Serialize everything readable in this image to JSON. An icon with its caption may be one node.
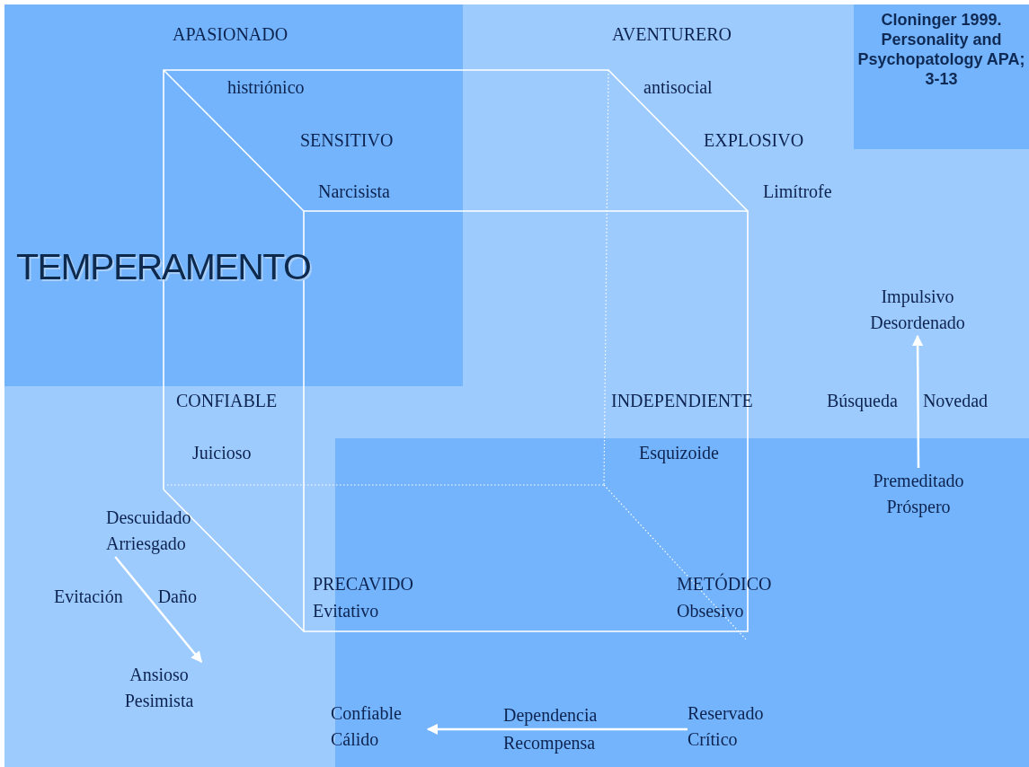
{
  "diagram": {
    "title": "TEMPERAMENTO",
    "nodes": [
      {
        "text": [
          "Cloninger 1999. Personality and Psychopatology APA; 3-13"
        ]
      },
      {
        "text": [
          "Impulsivo Desordenado"
        ]
      },
      {
        "text": [
          "Premeditado Próspero"
        ]
      },
      {
        "text": [
          "Descuidado Arriesgado"
        ]
      },
      {
        "text": [
          "Ansioso Pesimista"
        ]
      },
      {
        "text": [
          "Reservado Crítico"
        ]
      },
      {
        "text": [
          "Confiable Cálido"
        ]
      }
    ],
    "edges": [
      {
        "from": 2,
        "to": 1,
        "arrow": "to",
        "label": "Búsqueda Novedad"
      },
      {
        "from": 3,
        "to": 4,
        "arrow": "to",
        "label": "Evitación Daño"
      },
      {
        "from": 5,
        "to": 6,
        "arrow": "to",
        "label": "Dependencia Recompensa"
      }
    ],
    "labels": [
      "APASIONADO",
      "AVENTURERO",
      "histriónico",
      "antisocial",
      "SENSITIVO",
      "EXPLOSIVO",
      "Narcisista",
      "Limítrofe",
      "CONFIABLE",
      "INDEPENDIENTE",
      "Juicioso",
      "Esquizoide",
      "PRECAVIDO",
      "METÓDICO",
      "Evitativo",
      "Obsesivo"
    ]
  }
}
